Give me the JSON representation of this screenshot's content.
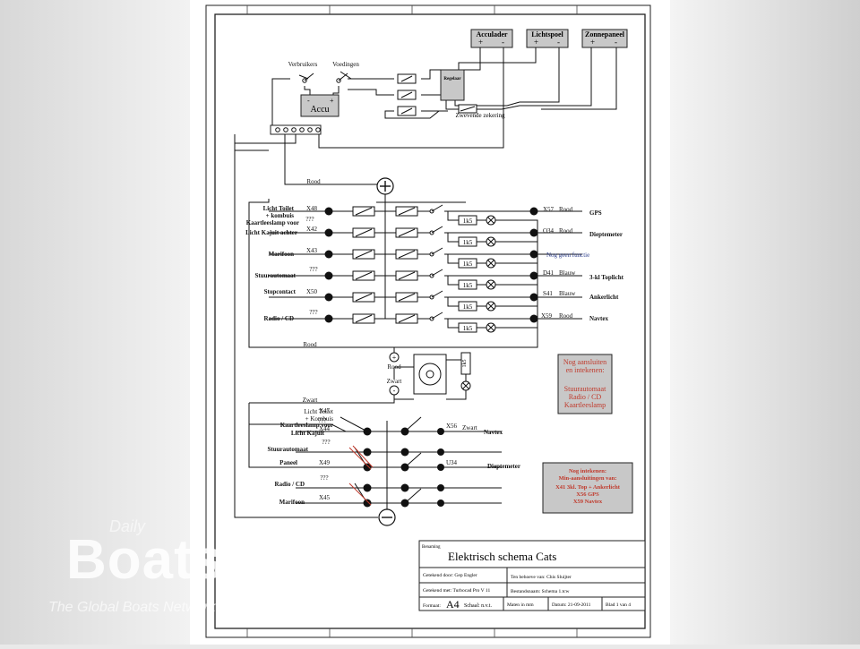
{
  "top_boxes": [
    {
      "label": "Acculader",
      "plus": "+",
      "minus": "-"
    },
    {
      "label": "Lichtspoel",
      "plus": "+",
      "minus": "-"
    },
    {
      "label": "Zonnepaneel",
      "plus": "+",
      "minus": "-"
    }
  ],
  "upper": {
    "verbruikers": "Verbruikers",
    "voedingen": "Voedingen",
    "accu": "Accu",
    "accu_minus": "-",
    "accu_plus": "+",
    "regelaar": "Regelaar",
    "zekering": "Zwevende zekering",
    "rood": "Rood"
  },
  "left_labels": [
    {
      "text": "Licht Toilet",
      "color": "#111111"
    },
    {
      "text": "+ kombuis",
      "color": "#111111"
    },
    {
      "text": "Kaartleeslamp voor",
      "color": "#c0392b"
    },
    {
      "text": "Licht Kajuit achter",
      "color": "#111111"
    },
    {
      "text": "Marifoon",
      "color": "#111111"
    },
    {
      "text": "Stuurautomaat",
      "color": "#c0392b"
    },
    {
      "text": "Stopcontact",
      "color": "#111111"
    },
    {
      "text": "Radio / CD",
      "color": "#c0392b"
    }
  ],
  "left_codes": [
    "X48",
    "???",
    "X42",
    "X43",
    "???",
    "X50",
    "???"
  ],
  "resistor_label": "1k5",
  "right_codes": [
    "X57",
    "O34",
    "D41",
    "S41",
    "X59"
  ],
  "right_colors": [
    "Rood",
    "Rood",
    "Blauw",
    "Blauw",
    "Rood"
  ],
  "nog_geen": "Nog geen functie",
  "right_labels": [
    "GPS",
    "Dieptemeter",
    "3-kl Toplicht",
    "Ankerlicht",
    "Navtex"
  ],
  "mid": {
    "rood": "Rood",
    "plus": "+",
    "minus": "-",
    "rood2": "Rood",
    "zwart": "Zwart",
    "zwart2": "Zwart"
  },
  "lower_left_labels": [
    {
      "text": "Licht Toilet",
      "color": "#111111"
    },
    {
      "text": "+ Kombuis",
      "color": "#111111"
    },
    {
      "text": "Kaartleeslamp voor",
      "color": "#c0392b"
    },
    {
      "text": "Licht Kajuit",
      "color": "#111111"
    },
    {
      "text": "Stuurautomaat",
      "color": "#c0392b"
    },
    {
      "text": "Paneel",
      "color": "#111111"
    },
    {
      "text": "Radio / CD",
      "color": "#c0392b"
    },
    {
      "text": "Marifoon",
      "color": "#111111"
    }
  ],
  "lower_codes": [
    "X47",
    "???",
    "X44",
    "???",
    "X49",
    "???",
    "X45"
  ],
  "lower_right": {
    "code1": "X56",
    "zwart": "Zwart",
    "navtex": "Navtex",
    "code2": "U34",
    "dieptemeter": "Dieptemeter"
  },
  "note1": [
    "Nog aansluiten",
    "en intekenen:",
    "Stuurautomaat",
    "Radio / CD",
    "Kaartleeslamp"
  ],
  "note2": [
    "Nog intekenen:",
    "Min-aansluitingen van:",
    "X41 3kl. Top + Ankerlicht",
    "X56 GPS",
    "X59 Navtex"
  ],
  "title_block": {
    "benaming_label": "Benaming",
    "title": "Elektrisch schema Cats",
    "getekend_door": "Getekend door: Gep Engler",
    "ten_behoeve": "Ten behoeve van: Chis Sluijter",
    "getekend_met": "Getekend met: Turbocad Pro V 11",
    "bestandsnaam": "Bestandsnaam: Schema 1.tcw",
    "formaat_label": "Formaat:",
    "formaat": "A4",
    "schaal": "Schaal: n.v.t.",
    "maten": "Maten in mm",
    "datum": "Datum: 21-09-2011",
    "blad": "Blad 1 van 4"
  },
  "watermark": {
    "small": "Daily",
    "big": "Boats",
    "tag": "The Global Boats Network"
  }
}
